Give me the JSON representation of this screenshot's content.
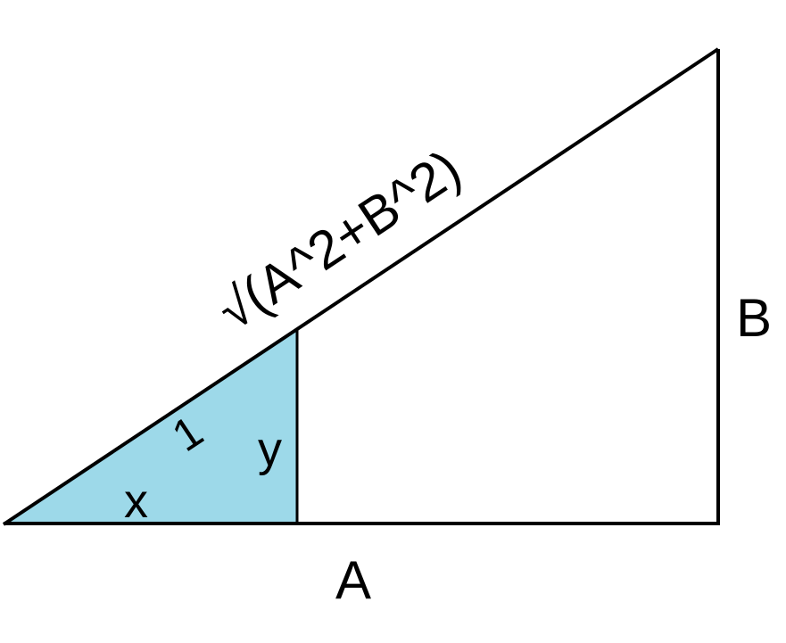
{
  "diagram": {
    "type": "similar right triangles",
    "colors": {
      "fill_small_triangle": "#9dd9e9",
      "stroke": "#000000",
      "background": "#ffffff"
    },
    "labels": {
      "hypotenuse_large": "√(A^2+B^2)",
      "side_vertical_large": "B",
      "side_horizontal_large": "A",
      "hypotenuse_small": "1",
      "side_vertical_small": "y",
      "side_horizontal_small": "x"
    }
  }
}
